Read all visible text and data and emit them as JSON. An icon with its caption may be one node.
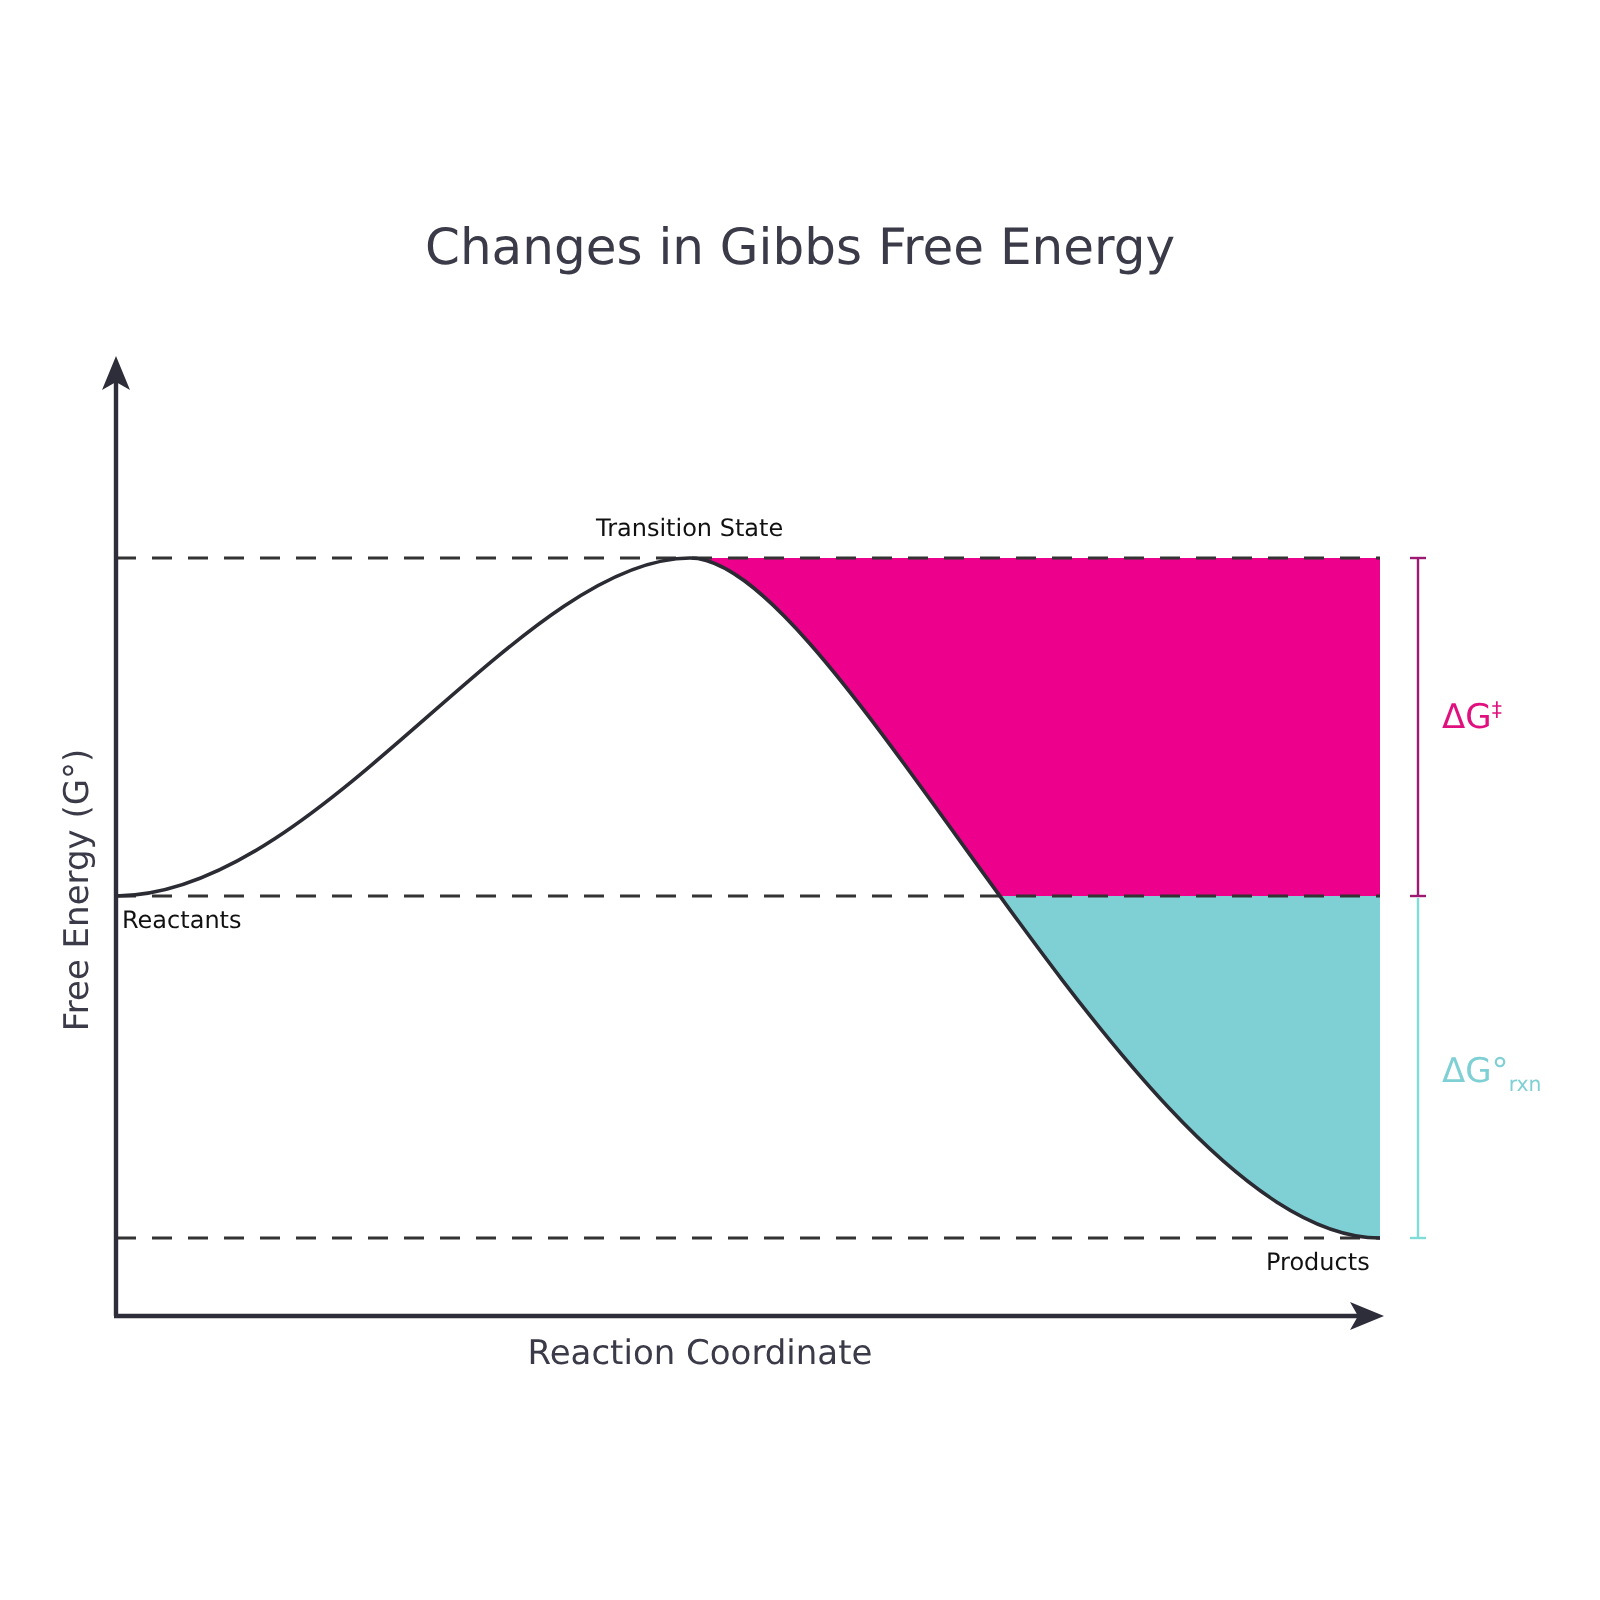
{
  "diagram": {
    "title": "Changes in Gibbs Free Energy",
    "labels": [
      "Transition State",
      "ΔG$^{‡}$",
      "Free Energy (G°)",
      "Reactants",
      "ΔG°$_{rxn}$",
      "Products",
      "Reaction Coordinate"
    ]
  }
}
